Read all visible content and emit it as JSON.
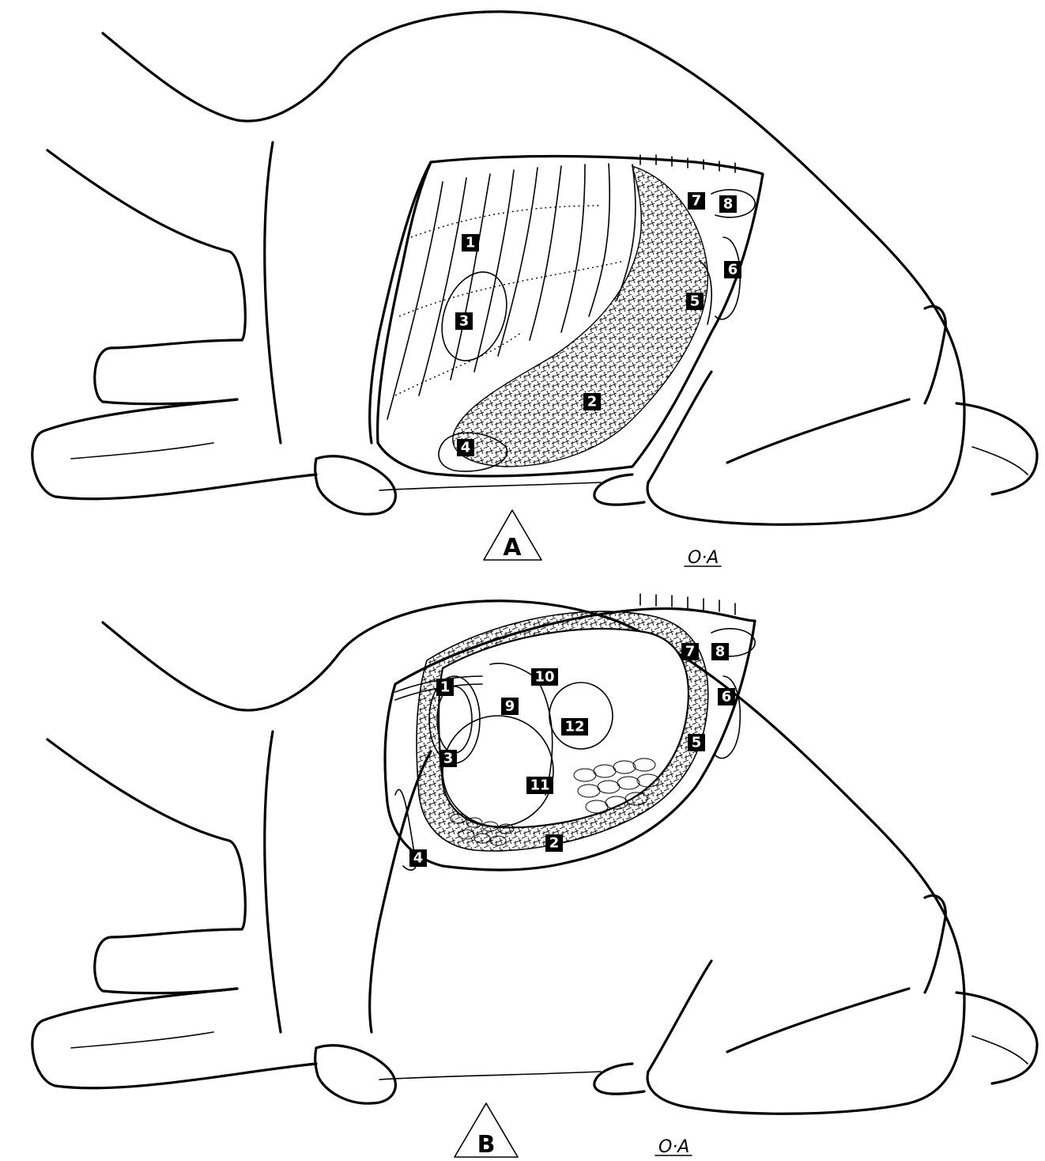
{
  "panels": [
    {
      "id": "A",
      "letter": "A",
      "signature": "O·A",
      "labels": [
        "1",
        "2",
        "3",
        "4",
        "5",
        "6",
        "7",
        "8"
      ]
    },
    {
      "id": "B",
      "letter": "B",
      "signature": "O·A",
      "labels": [
        "1",
        "2",
        "3",
        "4",
        "5",
        "6",
        "7",
        "8",
        "9",
        "10",
        "11",
        "12"
      ]
    }
  ]
}
